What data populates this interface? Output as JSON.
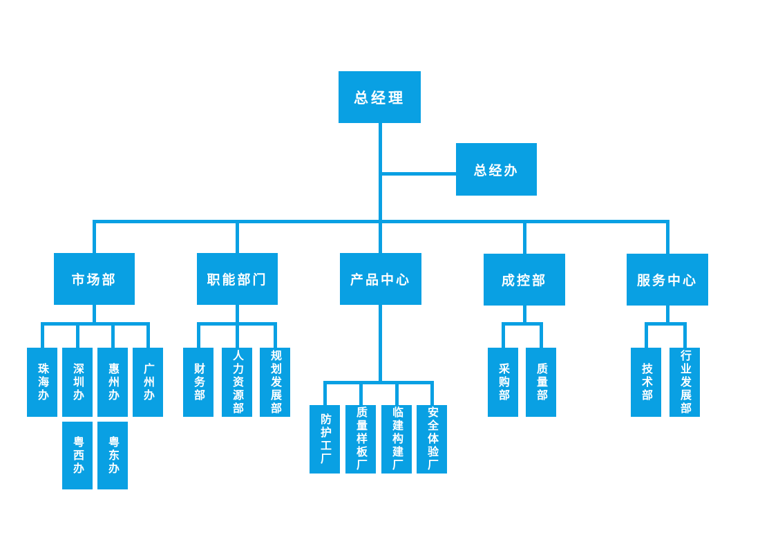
{
  "diagram": {
    "type": "org-chart",
    "accent_color": "#09A0E3",
    "text_color": "#FFFFFF",
    "root": {
      "label": "总经理"
    },
    "staff": {
      "label": "总经办"
    },
    "departments": [
      {
        "label": "市场部",
        "children": [
          {
            "label": "珠海办"
          },
          {
            "label": "深圳办",
            "sub": {
              "label": "粤西办"
            }
          },
          {
            "label": "惠州办",
            "sub": {
              "label": "粤东办"
            }
          },
          {
            "label": "广州办"
          }
        ]
      },
      {
        "label": "职能部门",
        "children": [
          {
            "label": "财务部"
          },
          {
            "label": "人力资源部"
          },
          {
            "label": "规划发展部"
          }
        ]
      },
      {
        "label": "产品中心",
        "children": [
          {
            "label": "防护工厂"
          },
          {
            "label": "质量样板厂"
          },
          {
            "label": "临建构建厂"
          },
          {
            "label": "安全体验厂"
          }
        ]
      },
      {
        "label": "成控部",
        "children": [
          {
            "label": "采购部"
          },
          {
            "label": "质量部"
          }
        ]
      },
      {
        "label": "服务中心",
        "children": [
          {
            "label": "技术部"
          },
          {
            "label": "行业发展部"
          }
        ]
      }
    ]
  }
}
